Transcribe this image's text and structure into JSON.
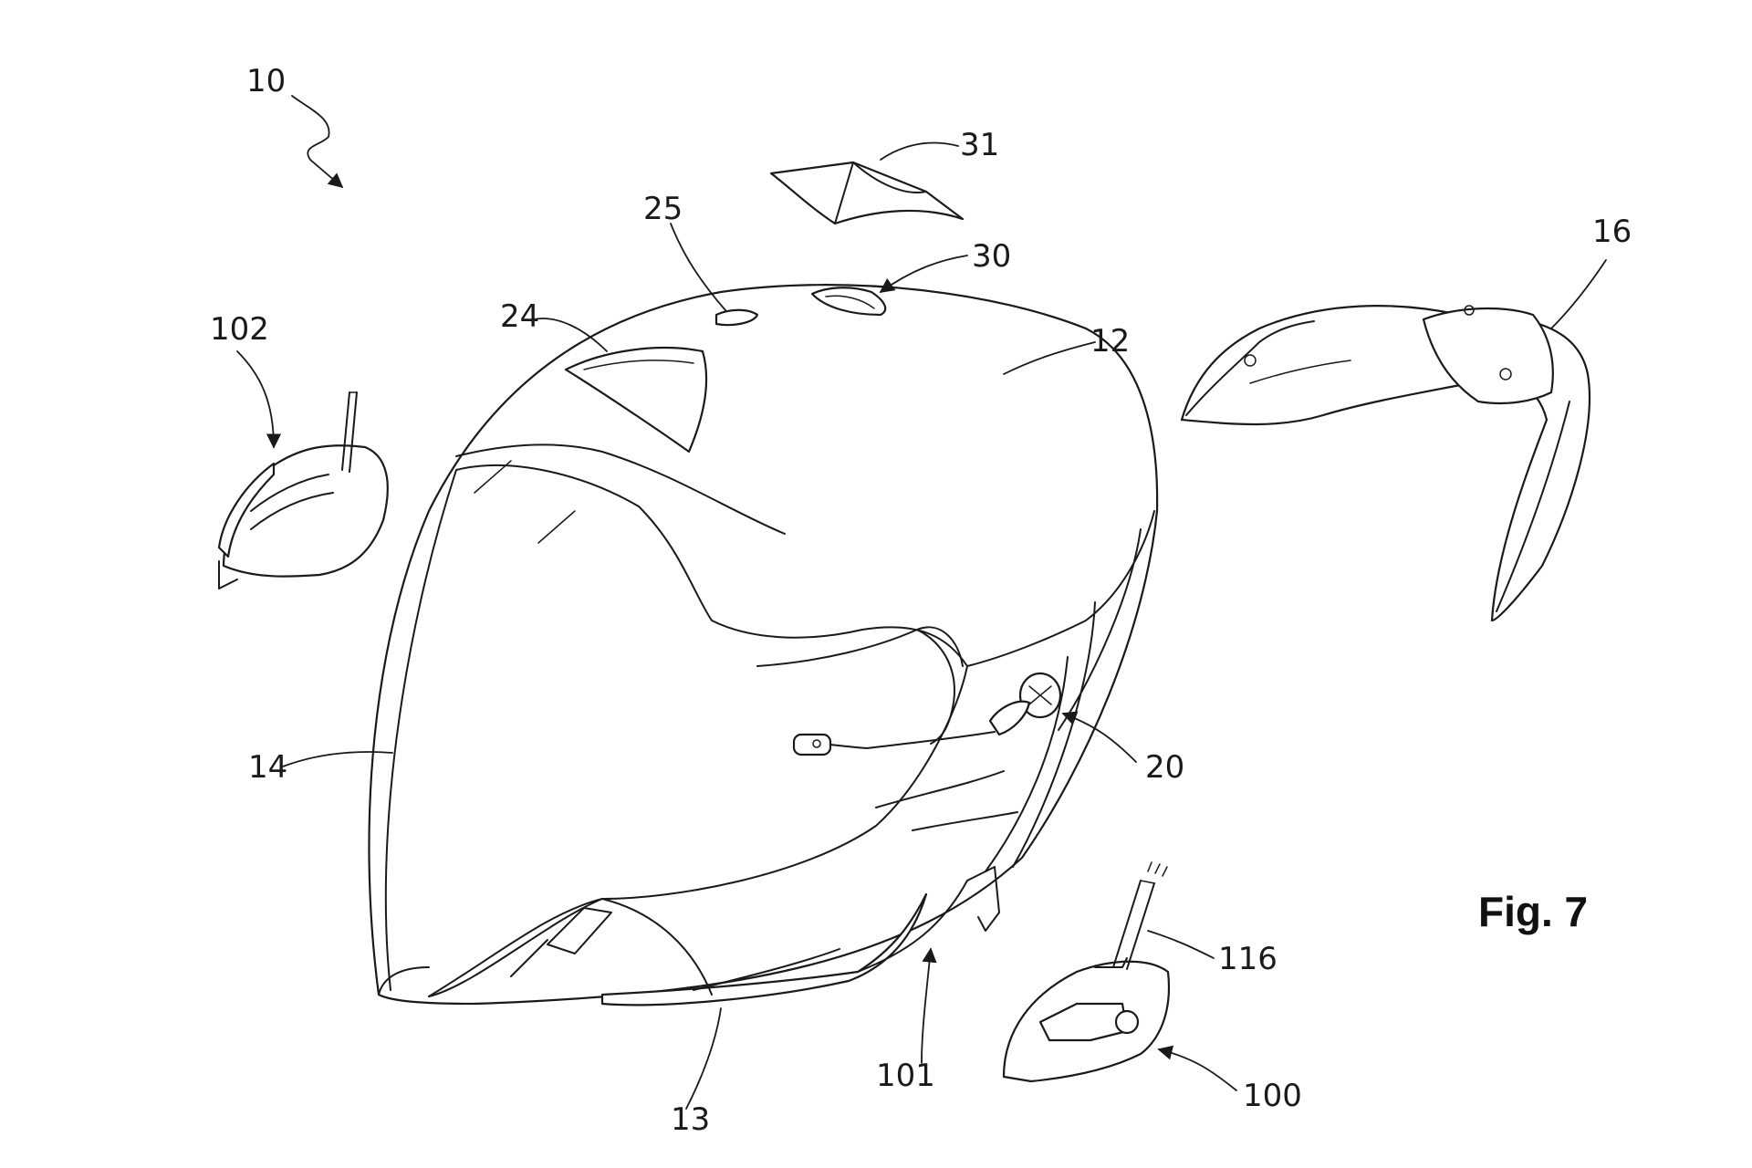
{
  "figure": {
    "label": "Fig. 7",
    "reference_numerals": {
      "helmet_assembly": "10",
      "outer_shell": "12",
      "lower_trim": "13",
      "visor": "14",
      "rear_spoiler": "16",
      "microphone_unit": "20",
      "top_vent": "24",
      "vent_slot": "25",
      "top_mount": "30",
      "top_cover": "31",
      "side_module": "100",
      "module_recess": "101",
      "rear_module": "102",
      "antenna": "116"
    }
  }
}
